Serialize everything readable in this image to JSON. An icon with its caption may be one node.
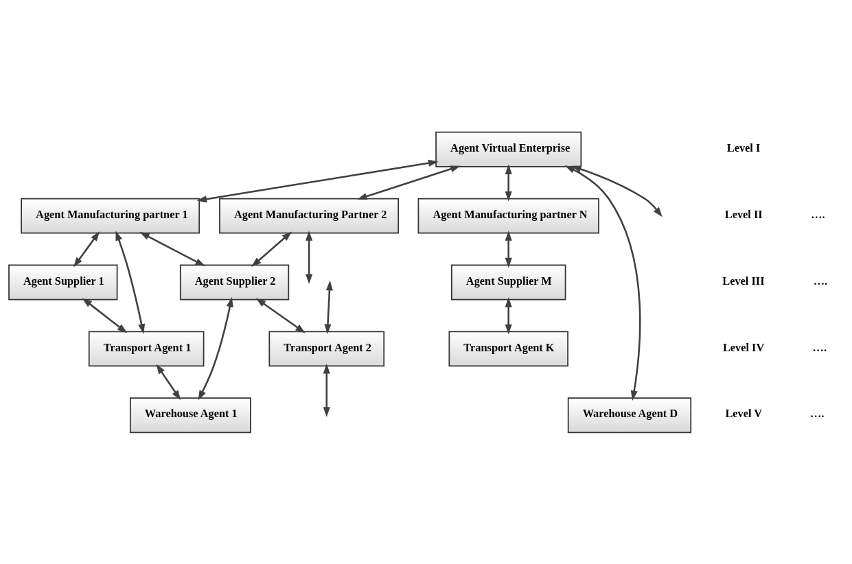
{
  "diagram": {
    "nodes": [
      {
        "text": [
          "Agent Virtual Enterprise"
        ]
      },
      {
        "text": [
          "Agent Manufacturing partner 1"
        ]
      },
      {
        "text": [
          "Agent Manufacturing Partner 2"
        ]
      },
      {
        "text": [
          "Agent Manufacturing partner N"
        ]
      },
      {
        "text": [
          "Agent Supplier 1"
        ]
      },
      {
        "text": [
          "Agent Supplier 2"
        ]
      },
      {
        "text": [
          "Agent Supplier M"
        ]
      },
      {
        "text": [
          "Transport Agent 1"
        ]
      },
      {
        "text": [
          "Transport Agent 2"
        ]
      },
      {
        "text": [
          "Transport Agent K"
        ]
      },
      {
        "text": [
          "Warehouse Agent 1"
        ]
      },
      {
        "text": [
          "Warehouse Agent D"
        ]
      }
    ],
    "edges": [
      {
        "from": 0,
        "to": 1,
        "arrow": "both"
      },
      {
        "from": 0,
        "to": 2,
        "arrow": "both"
      },
      {
        "from": 0,
        "to": null,
        "arrow": "both"
      },
      {
        "from": 0,
        "to": 3,
        "arrow": "both"
      },
      {
        "from": 0,
        "to": 11,
        "arrow": "both"
      },
      {
        "from": 1,
        "to": 4,
        "arrow": "both"
      },
      {
        "from": 1,
        "to": 5,
        "arrow": "both"
      },
      {
        "from": 1,
        "to": 7,
        "arrow": "both"
      },
      {
        "from": 2,
        "to": 5,
        "arrow": "both"
      },
      {
        "from": 2,
        "to": null,
        "arrow": "both"
      },
      {
        "from": 3,
        "to": 6,
        "arrow": "both"
      },
      {
        "from": 4,
        "to": 7,
        "arrow": "both"
      },
      {
        "from": 5,
        "to": 8,
        "arrow": "both"
      },
      {
        "from": 5,
        "to": 10,
        "arrow": "both"
      },
      {
        "from": 8,
        "to": null,
        "arrow": "both"
      },
      {
        "from": 6,
        "to": 9,
        "arrow": "both"
      },
      {
        "from": 7,
        "to": 10,
        "arrow": "both"
      },
      {
        "from": 8,
        "to": null,
        "arrow": "both"
      }
    ],
    "labels": [
      "Level I",
      "Level II",
      "Level III",
      "Level IV",
      "Level V",
      "….",
      "….",
      "….",
      "…."
    ]
  }
}
